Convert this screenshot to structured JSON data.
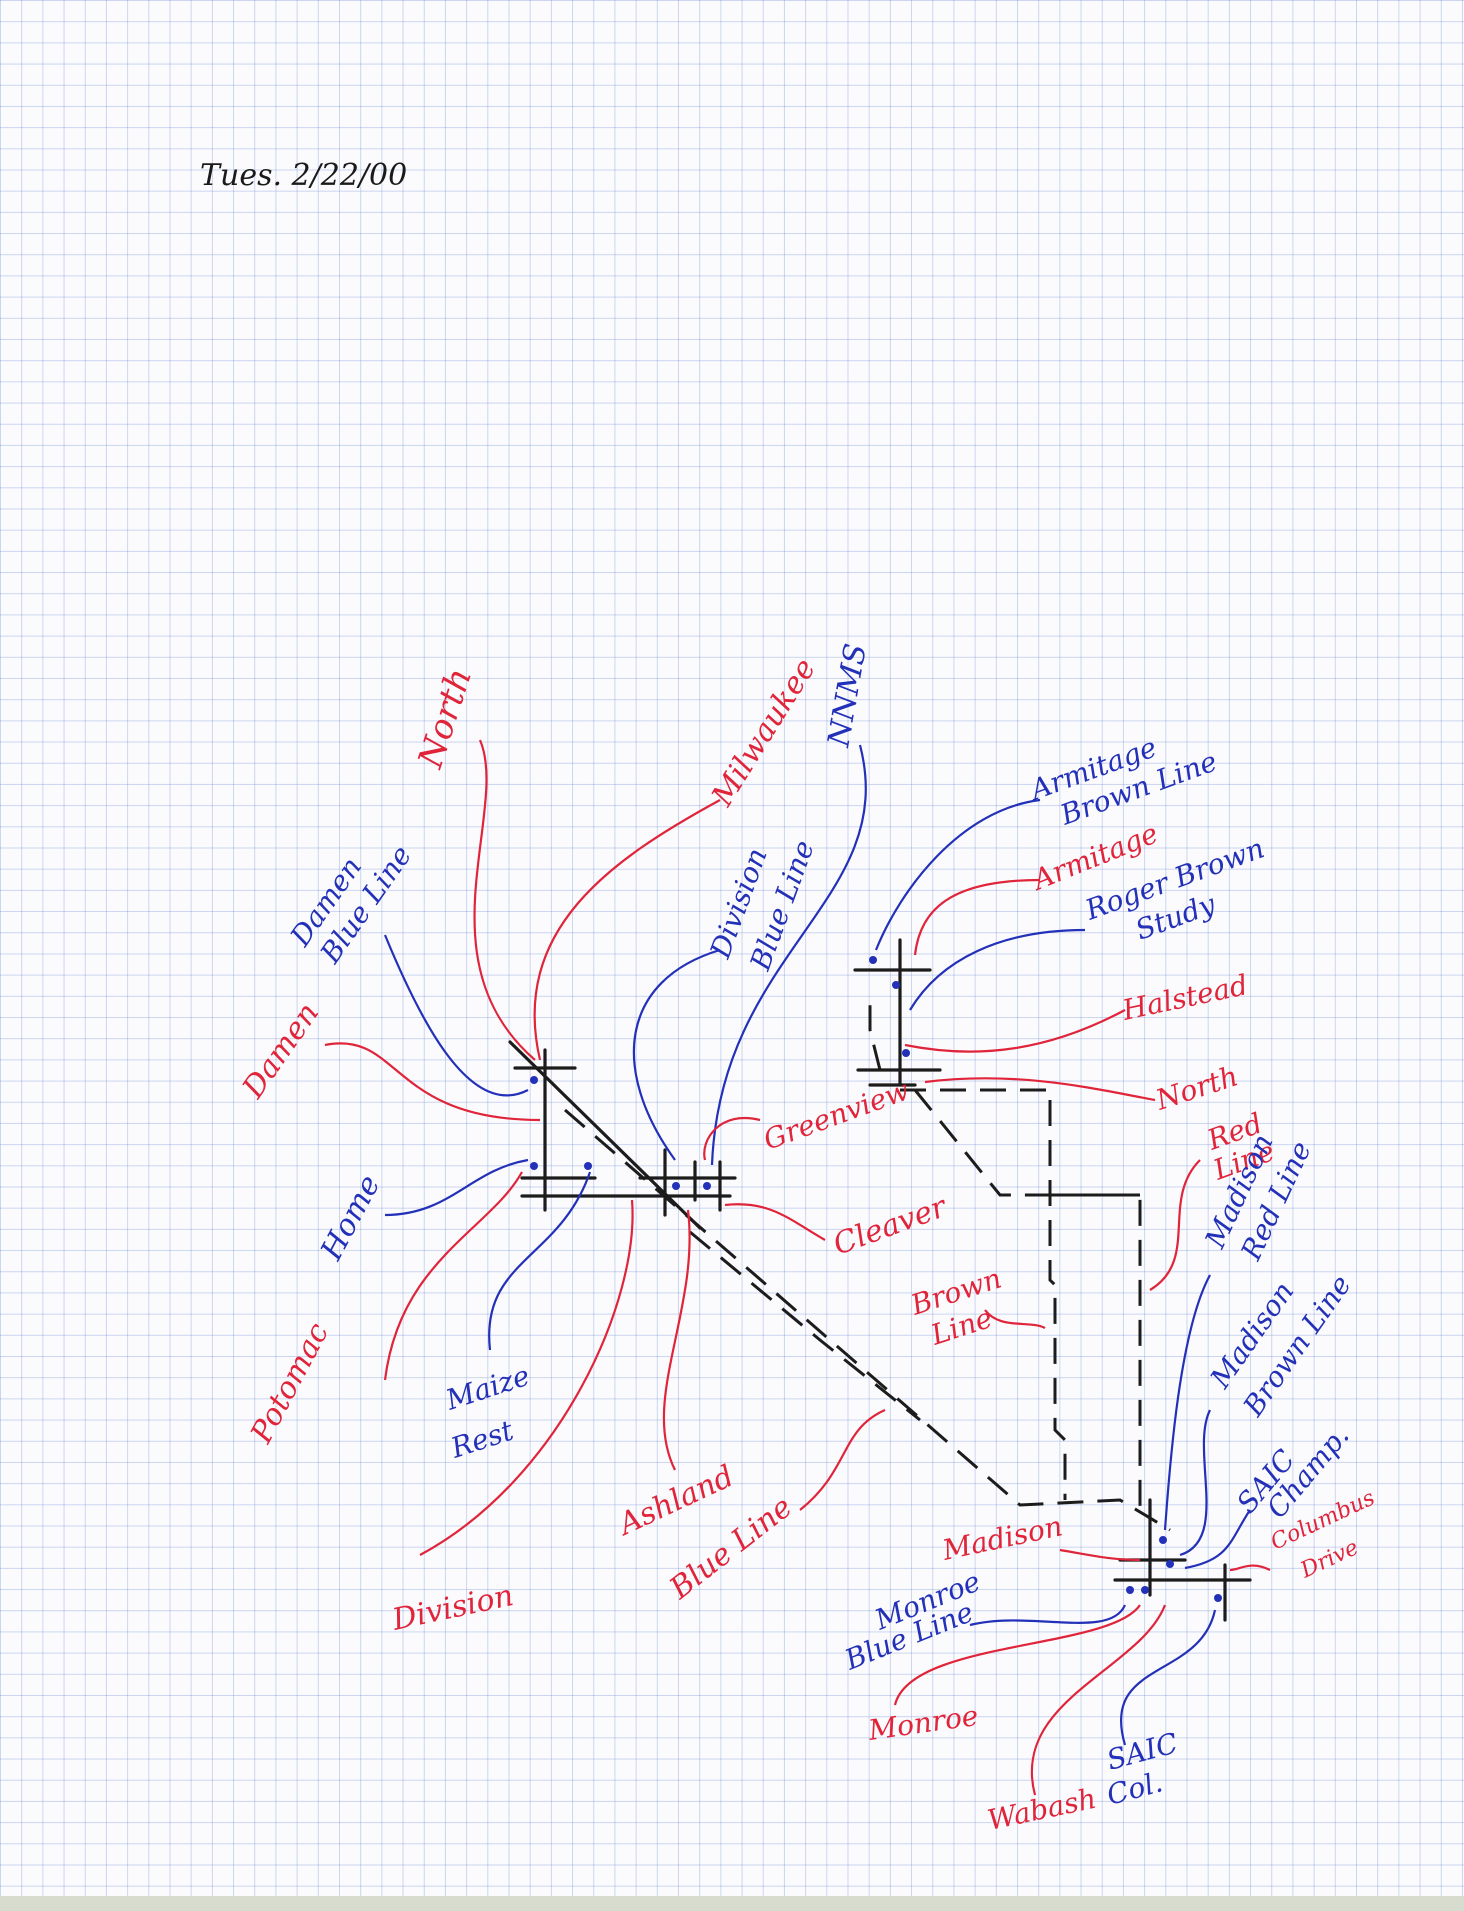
{
  "date_note": "Tues. 2/22/00",
  "colors": {
    "paper": "#fbfbfd",
    "grid": "#6e8cd7",
    "red_ink": "#e0243a",
    "blue_ink": "#2330b8",
    "black_ink": "#1a1a1a"
  },
  "labels": {
    "north_1": "North",
    "milwaukee": "Milwaukee",
    "nnms": "NNMS",
    "damen_blue_1": "Damen",
    "damen_blue_2": "Blue Line",
    "division_blue_1": "Division",
    "division_blue_2": "Blue Line",
    "damen": "Damen",
    "home": "Home",
    "greenview": "Greenview",
    "cleaver": "Cleaver",
    "potomac": "Potomac",
    "maize_1": "Maize",
    "maize_2": "Rest",
    "ashland": "Ashland",
    "division": "Division",
    "blue_line": "Blue Line",
    "armitage_brown_1": "Armitage",
    "armitage_brown_2": "Brown Line",
    "armitage": "Armitage",
    "roger_brown_1": "Roger Brown",
    "roger_brown_2": "Study",
    "halstead": "Halstead",
    "north_2": "North",
    "red_line_1": "Red",
    "red_line_2": "Line",
    "madison_red_1": "Madison",
    "madison_red_2": "Red Line",
    "brown_line_1": "Brown",
    "brown_line_2": "Line",
    "madison_brown_1": "Madison",
    "madison_brown_2": "Brown Line",
    "saic_champ_1": "SAIC",
    "saic_champ_2": "Champ.",
    "columbus_1": "Columbus",
    "columbus_2": "Drive",
    "madison": "Madison",
    "monroe_blue_1": "Monroe",
    "monroe_blue_2": "Blue Line",
    "monroe": "Monroe",
    "wabash": "Wabash",
    "saic_col_1": "SAIC",
    "saic_col_2": "Col."
  },
  "icons": [
    "station-dot-icon",
    "arrowhead-icon"
  ]
}
